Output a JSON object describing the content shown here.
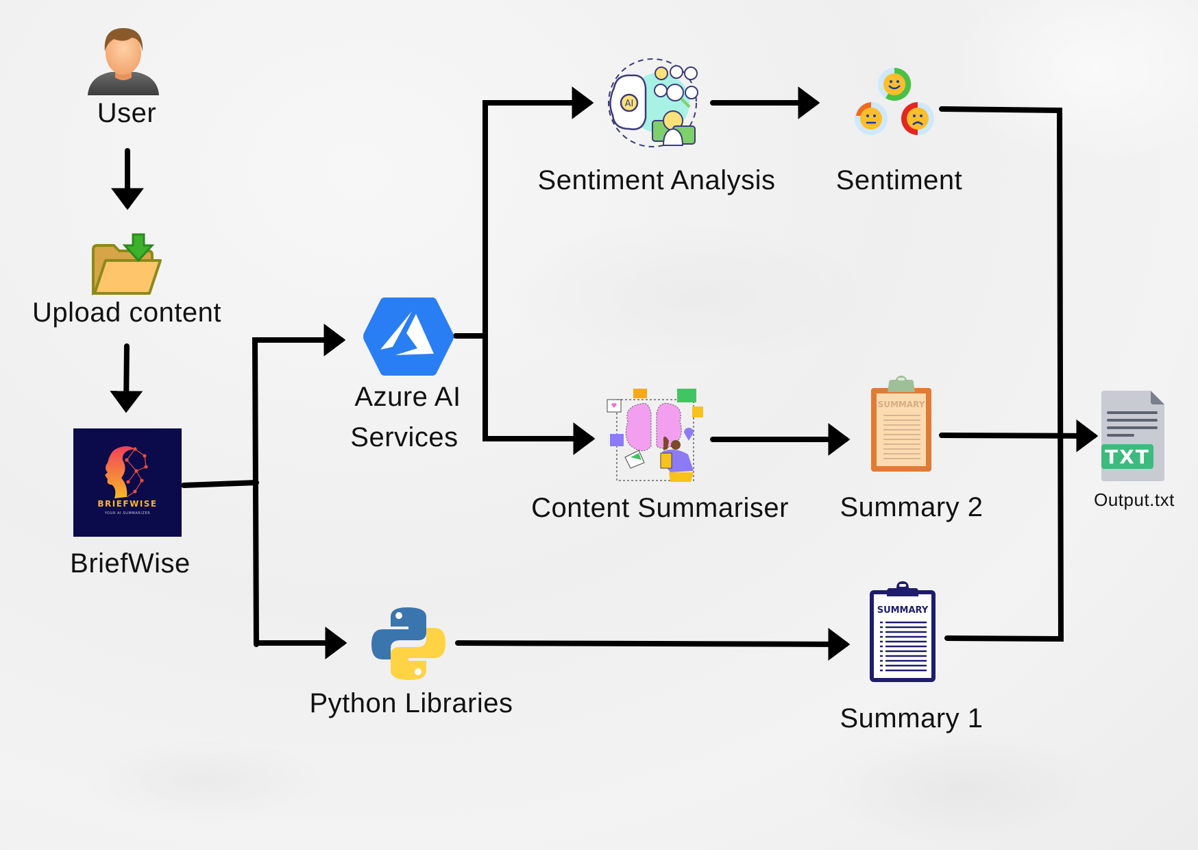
{
  "diagram": {
    "title": "",
    "nodes": {
      "user": {
        "label": "User",
        "icon": "user-avatar-icon"
      },
      "upload": {
        "label": "Upload content",
        "icon": "folder-download-icon"
      },
      "briefwise": {
        "label": "BriefWise",
        "icon": "briefwise-logo",
        "logo_title": "BRIEFWISE",
        "logo_tagline": "YOUR AI SUMMARIZER"
      },
      "azure": {
        "label_line1": "Azure AI",
        "label_line2": "Services",
        "icon": "azure-logo-icon"
      },
      "python": {
        "label": "Python Libraries",
        "icon": "python-logo-icon"
      },
      "sentiment_analysis": {
        "label": "Sentiment Analysis",
        "icon": "ai-sentiment-analysis-icon"
      },
      "sentiment": {
        "label": "Sentiment",
        "icon": "sentiment-faces-icon"
      },
      "content_summariser": {
        "label": "Content Summariser",
        "icon": "content-summariser-illustration"
      },
      "summary2": {
        "label": "Summary 2",
        "icon": "clipboard-summary-orange-icon",
        "clipboard_text": "SUMMARY"
      },
      "summary1": {
        "label": "Summary 1",
        "icon": "clipboard-summary-navy-icon",
        "clipboard_text": "SUMMARY"
      },
      "output": {
        "label": "Output.txt",
        "icon": "txt-file-icon",
        "file_badge": "TXT"
      }
    },
    "edges": [
      {
        "from": "user",
        "to": "upload"
      },
      {
        "from": "upload",
        "to": "briefwise"
      },
      {
        "from": "briefwise",
        "to": "azure"
      },
      {
        "from": "briefwise",
        "to": "python"
      },
      {
        "from": "azure",
        "to": "sentiment_analysis"
      },
      {
        "from": "azure",
        "to": "content_summariser"
      },
      {
        "from": "sentiment_analysis",
        "to": "sentiment"
      },
      {
        "from": "content_summariser",
        "to": "summary2"
      },
      {
        "from": "python",
        "to": "summary1"
      },
      {
        "from": "sentiment",
        "to": "output"
      },
      {
        "from": "summary2",
        "to": "output"
      },
      {
        "from": "summary1",
        "to": "output"
      }
    ],
    "colors": {
      "arrow": "#000000",
      "azure_blue": "#2a7ef3",
      "briefwise_bg": "#0b0a4a",
      "briefwise_gold": "#f5b72a",
      "python_blue": "#3a75ae",
      "python_yellow": "#ffd343",
      "txt_green": "#3dbb7e",
      "summary_navy": "#1f1d6b",
      "summary_orange": "#e07b35"
    }
  }
}
